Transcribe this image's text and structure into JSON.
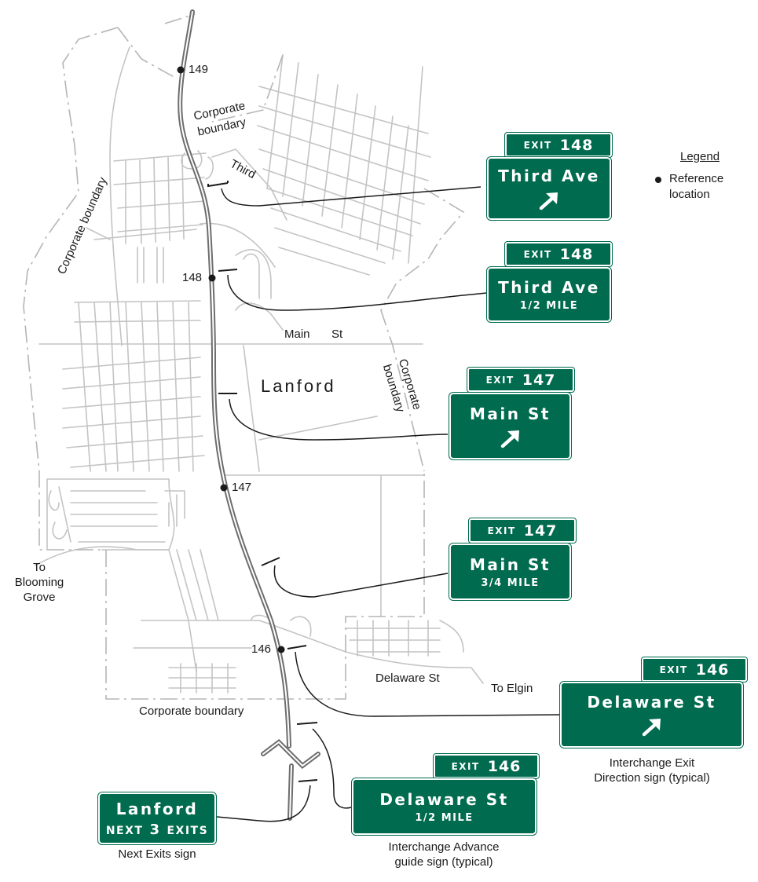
{
  "reference_points": [
    "149",
    "148",
    "147",
    "146"
  ],
  "map_labels": {
    "corporate_boundary": "Corporate boundary",
    "corporate_line1": "Corporate",
    "corporate_line2": "boundary",
    "third": "Third",
    "main": "Main",
    "st": "St",
    "city": "Lanford",
    "to_blooming_line1": "To",
    "to_blooming_line2": "Blooming",
    "to_blooming_line3": "Grove",
    "delaware_st": "Delaware St",
    "to_elgin": "To Elgin"
  },
  "legend": {
    "title": "Legend",
    "item_line1": "Reference",
    "item_line2": "location"
  },
  "signs": [
    {
      "exit_word": "EXIT",
      "exit_number": "148",
      "destination": "Third Ave",
      "distance": ""
    },
    {
      "exit_word": "EXIT",
      "exit_number": "148",
      "destination": "Third Ave",
      "distance": "1/2 MILE"
    },
    {
      "exit_word": "EXIT",
      "exit_number": "147",
      "destination": "Main St",
      "distance": ""
    },
    {
      "exit_word": "EXIT",
      "exit_number": "147",
      "destination": "Main St",
      "distance": "3/4 MILE"
    },
    {
      "exit_word": "EXIT",
      "exit_number": "146",
      "destination": "Delaware St",
      "distance": ""
    },
    {
      "exit_word": "EXIT",
      "exit_number": "146",
      "destination": "Delaware St",
      "distance": "1/2 MILE"
    }
  ],
  "next_exits_sign": {
    "title": "Lanford",
    "next": "NEXT",
    "count": "3",
    "exits": "EXITS"
  },
  "captions": {
    "direction_line1": "Interchange Exit",
    "direction_line2": "Direction sign (typical)",
    "advance_line1": "Interchange Advance",
    "advance_line2": "guide sign (typical)",
    "next_exits": "Next Exits sign"
  },
  "colors": {
    "sign_green": "#006b4e",
    "street_gray": "#c4c4c4",
    "boundary_gray": "#b5b5b5"
  }
}
